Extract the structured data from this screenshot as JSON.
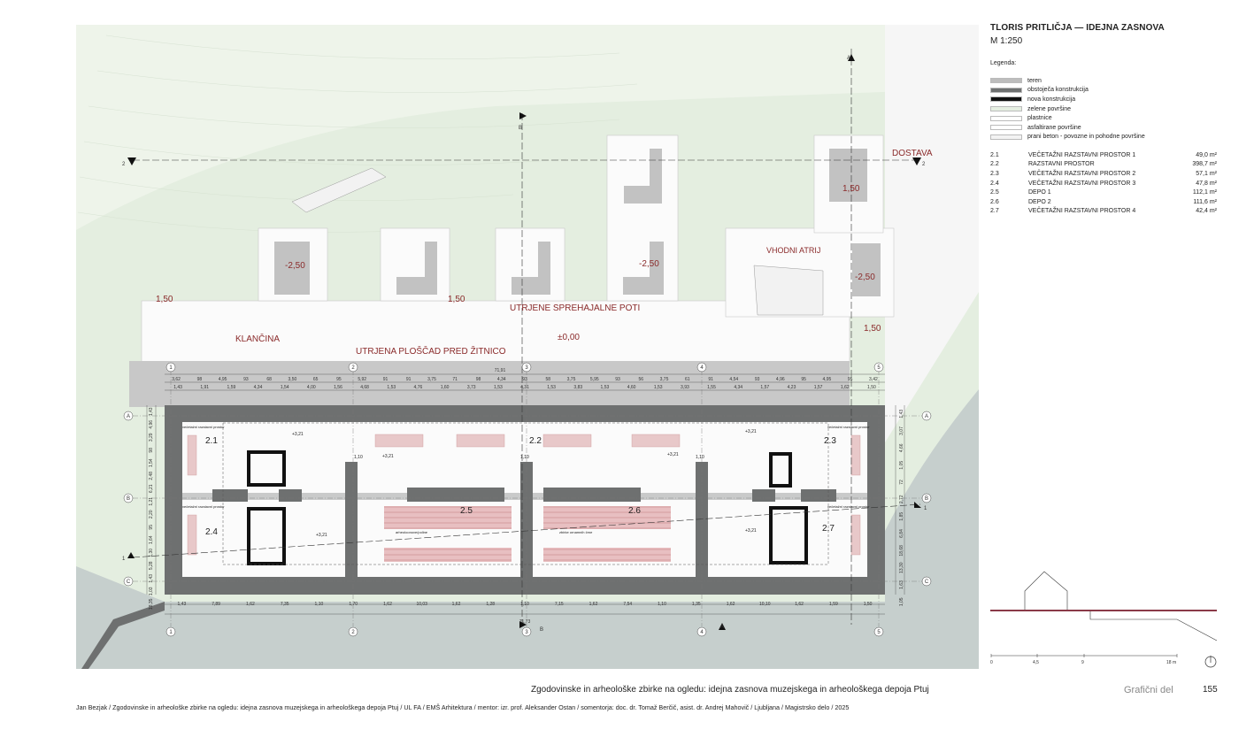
{
  "header": {
    "title": "TLORIS PRITLIČJA — IDEJNA ZASNOVA",
    "scale": "M 1:250",
    "legend_title": "Legenda:"
  },
  "legend": [
    {
      "label": "teren",
      "color": "#bdbdbd"
    },
    {
      "label": "obstoječa konstrukcija",
      "color": "#6e7070"
    },
    {
      "label": "nova konstrukcija",
      "color": "#111111"
    },
    {
      "label": "zelene površine",
      "color": "#e6efe2"
    },
    {
      "label": "plastnice",
      "color": "#ffffff"
    },
    {
      "label": "asfaltirane površine",
      "color": "#ffffff"
    },
    {
      "label": "prani beton - povozne in pohodne površine",
      "color": "#f3f3f3"
    }
  ],
  "rooms": [
    {
      "num": "2.1",
      "name": "VEČETAŽNI RAZSTAVNI PROSTOR 1",
      "area": "49,0 m²"
    },
    {
      "num": "2.2",
      "name": "RAZSTAVNI PROSTOR",
      "area": "398,7 m²"
    },
    {
      "num": "2.3",
      "name": "VEČETAŽNI RAZSTAVNI PROSTOR 2",
      "area": "57,1 m²"
    },
    {
      "num": "2.4",
      "name": "VEČETAŽNI RAZSTAVNI PROSTOR 3",
      "area": "47,8 m²"
    },
    {
      "num": "2.5",
      "name": "DEPO 1",
      "area": "112,1 m²"
    },
    {
      "num": "2.6",
      "name": "DEPO 2",
      "area": "111,6 m²"
    },
    {
      "num": "2.7",
      "name": "VEČETAŽNI RAZSTAVNI PROSTOR 4",
      "area": "42,4 m²"
    }
  ],
  "plan_labels": {
    "dostava": "DOSTAVA",
    "vhodni_atrij": "VHODNI ATRIJ",
    "utrjene": "UTRJENE SPREHAJALNE POTI",
    "klancina": "KLANČINA",
    "ploscad": "UTRJENA PLOŠČAD PRED ŽITNICO",
    "lvl_150": "1,50",
    "lvl_m250": "-2,50",
    "lvl_000": "±0,00",
    "lvl_321": "+3,21",
    "r21": "2.1",
    "r22": "2.2",
    "r23": "2.3",
    "r24": "2.4",
    "r25": "2.5",
    "r26": "2.6",
    "r27": "2.7",
    "vec_text": "večetažni razstavni prostor",
    "depo1_text": "arheoloonove/poline",
    "depo2_text": "zbirke ornamnih črne",
    "sec_a": "A",
    "sec_b": "B",
    "sec_1": "1",
    "sec_2": "2"
  },
  "axes": {
    "cols": [
      "1",
      "2",
      "3",
      "4",
      "5"
    ],
    "rows": [
      "A",
      "B",
      "C"
    ]
  },
  "dims": {
    "top_total": "71,91",
    "bottom_total": "71,73",
    "top_row1": [
      "3,62",
      "98",
      "4,95",
      "93",
      "68",
      "3,50",
      "65",
      "95",
      "5,92",
      "91",
      "91",
      "3,75",
      "71",
      "98",
      "4,34",
      "93",
      "58",
      "3,75",
      "5,95",
      "93",
      "56",
      "3,75",
      "61",
      "91",
      "4,54",
      "93",
      "4,96",
      "95",
      "4,95",
      "95",
      "3,42"
    ],
    "top_row2": [
      "1,43",
      "1,91",
      "1,59",
      "4,34",
      "1,54",
      "4,00",
      "1,56",
      "4,68",
      "1,53",
      "4,76",
      "1,60",
      "3,73",
      "1,53",
      "4,31",
      "1,53",
      "3,83",
      "1,53",
      "4,60",
      "1,53",
      "3,93",
      "1,55",
      "4,34",
      "1,57",
      "4,23",
      "1,57",
      "1,62",
      "1,50"
    ],
    "bottom_row": [
      "1,43",
      "7,89",
      "1,62",
      "7,35",
      "1,10",
      "1,70",
      "1,62",
      "10,03",
      "1,62",
      "1,28",
      "1,10",
      "7,15",
      "1,62",
      "7,54",
      "1,10",
      "1,35",
      "1,62",
      "10,10",
      "1,62",
      "1,59",
      "1,50"
    ],
    "left": [
      "1,43",
      "4,96",
      "3,29",
      "98",
      "1,54",
      "2,48",
      "6,21",
      "1,21",
      "2,20",
      "95",
      "1,64",
      "1,30",
      "5,28",
      "1,43",
      "1,03",
      "18,35"
    ],
    "right": [
      "1,43",
      "3,07",
      "4,66",
      "1,05",
      "72",
      "2,72",
      "1,85",
      "6,84",
      "18,68",
      "13,30",
      "1,63",
      "1,05"
    ],
    "mid": [
      "1,10",
      "1,10",
      "1,10"
    ]
  },
  "scale_bar": {
    "labels": [
      "0",
      "4,5",
      "9",
      "18 m"
    ]
  },
  "footer": {
    "title": "Zgodovinske in arheološke zbirke na ogledu: idejna zasnova muzejskega in arheološkega depoja Ptuj",
    "section": "Grafični del",
    "page": "155",
    "credit": "Jan Bezjak  /  Zgodovinske in arheološke zbirke na ogledu: idejna zasnova muzejskega in arheološkega depoja Ptuj  /   UL FA  /  EMŠ Arhitektura  /  mentor: izr. prof. Aleksander Ostan  /  somentorja: doc. dr. Tomaž Berčič, asist. dr. Andrej Mahovič  /  Ljubljana  /  Magistrsko delo  /  2025"
  }
}
